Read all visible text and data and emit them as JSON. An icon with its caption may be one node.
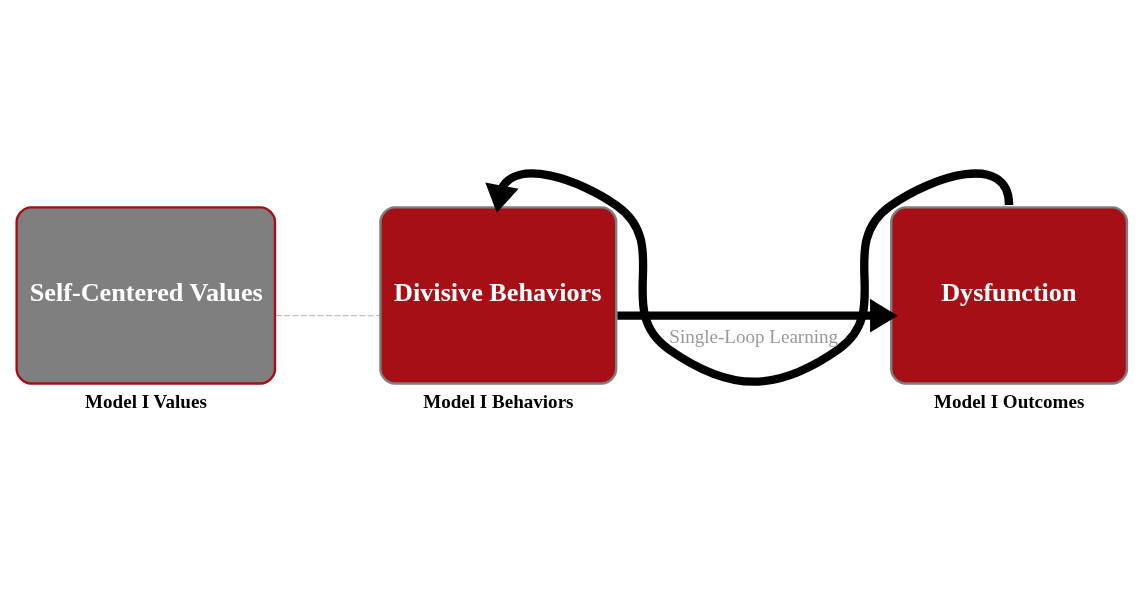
{
  "diagram": {
    "nodes": [
      {
        "text": [
          "Self-Centered Values"
        ],
        "beside": [
          "Model I Values"
        ]
      },
      {
        "text": [
          "Divisive Behaviors"
        ],
        "beside": [
          "Model I Behaviors"
        ]
      },
      {
        "text": [
          "Dysfunction"
        ],
        "beside": [
          "Model I Outcomes"
        ]
      }
    ],
    "edges": [
      {
        "from": 0,
        "to": 1,
        "arrow": "none",
        "style": "dashed",
        "color": "#bfbfbf"
      },
      {
        "from": 1,
        "to": 2,
        "arrow": "to"
      },
      {
        "from": 2,
        "to": 1,
        "arrow": "to",
        "label": "Single-Loop Learning"
      }
    ]
  }
}
